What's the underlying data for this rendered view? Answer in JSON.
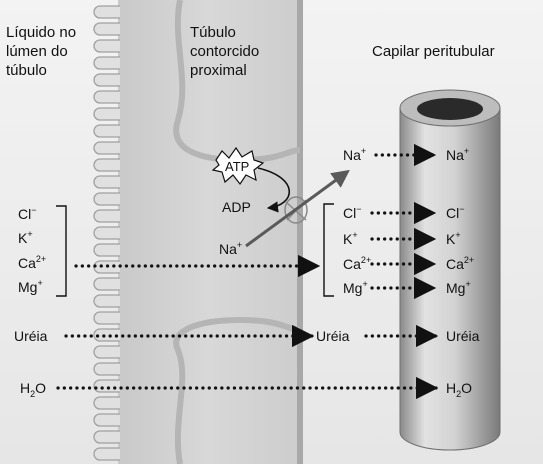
{
  "labels": {
    "lumen": [
      "Líquido no",
      "lúmen do",
      "túbulo"
    ],
    "tubule": [
      "Túbulo",
      "contorcido",
      "proximal"
    ],
    "capillary": "Capilar peritubular"
  },
  "pump": {
    "atp": "ATP",
    "adp": "ADP",
    "na": "Na"
  },
  "ions_left": [
    {
      "base": "Cl",
      "sup": "−"
    },
    {
      "base": "K",
      "sup": "+"
    },
    {
      "base": "Ca",
      "sup": "2+"
    },
    {
      "base": "Mg",
      "sup": "+"
    }
  ],
  "ions_middle": [
    {
      "base": "Cl",
      "sup": "−"
    },
    {
      "base": "K",
      "sup": "+"
    },
    {
      "base": "Ca",
      "sup": "2+"
    },
    {
      "base": "Mg",
      "sup": "+"
    }
  ],
  "ions_right": [
    {
      "base": "Cl",
      "sup": "−"
    },
    {
      "base": "K",
      "sup": "+"
    },
    {
      "base": "Ca",
      "sup": "2+"
    },
    {
      "base": "Mg",
      "sup": "+"
    }
  ],
  "sodium": {
    "base": "Na",
    "sup": "+"
  },
  "urea": "Uréia",
  "water": {
    "h": "H",
    "sub": "2",
    "o": "O"
  }
}
